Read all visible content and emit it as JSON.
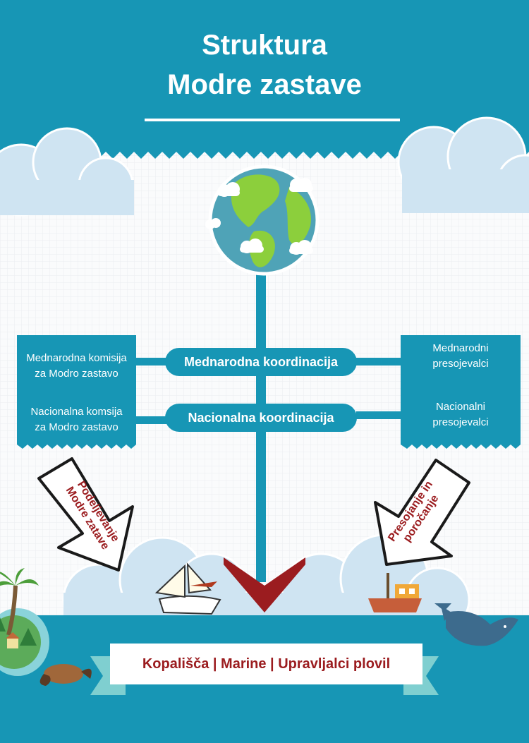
{
  "title": {
    "line1": "Struktura",
    "line2": "Modre zastave"
  },
  "center_nodes": {
    "international": "Mednarodna koordinacija",
    "national": "Nacionalna koordinacija"
  },
  "left_panel": {
    "international_line1": "Mednarodna komisija",
    "international_line2": "za Modro zastavo",
    "national_line1": "Nacionalna komsija",
    "national_line2": "za Modro zastavo"
  },
  "right_panel": {
    "international_line1": "Mednarodni",
    "international_line2": "presojevalci",
    "national_line1": "Nacionalni",
    "national_line2": "presojevalci"
  },
  "arrows": {
    "left_line1": "Podeljevanje",
    "left_line2": "Modre zatave",
    "right_line1": "Presojanje in",
    "right_line2": "poročanje"
  },
  "bottom_banner": "Kopališča | Marine | Upravljalci plovil",
  "colors": {
    "teal": "#1796b5",
    "dark_red": "#9b1c1f",
    "white": "#ffffff",
    "cloud": "#cfe4f2",
    "sea": "#1796b5"
  },
  "icons": [
    "globe-icon",
    "sailboat-icon",
    "fishing-boat-icon",
    "whale-icon",
    "palm-island-icon",
    "platypus-icon"
  ]
}
